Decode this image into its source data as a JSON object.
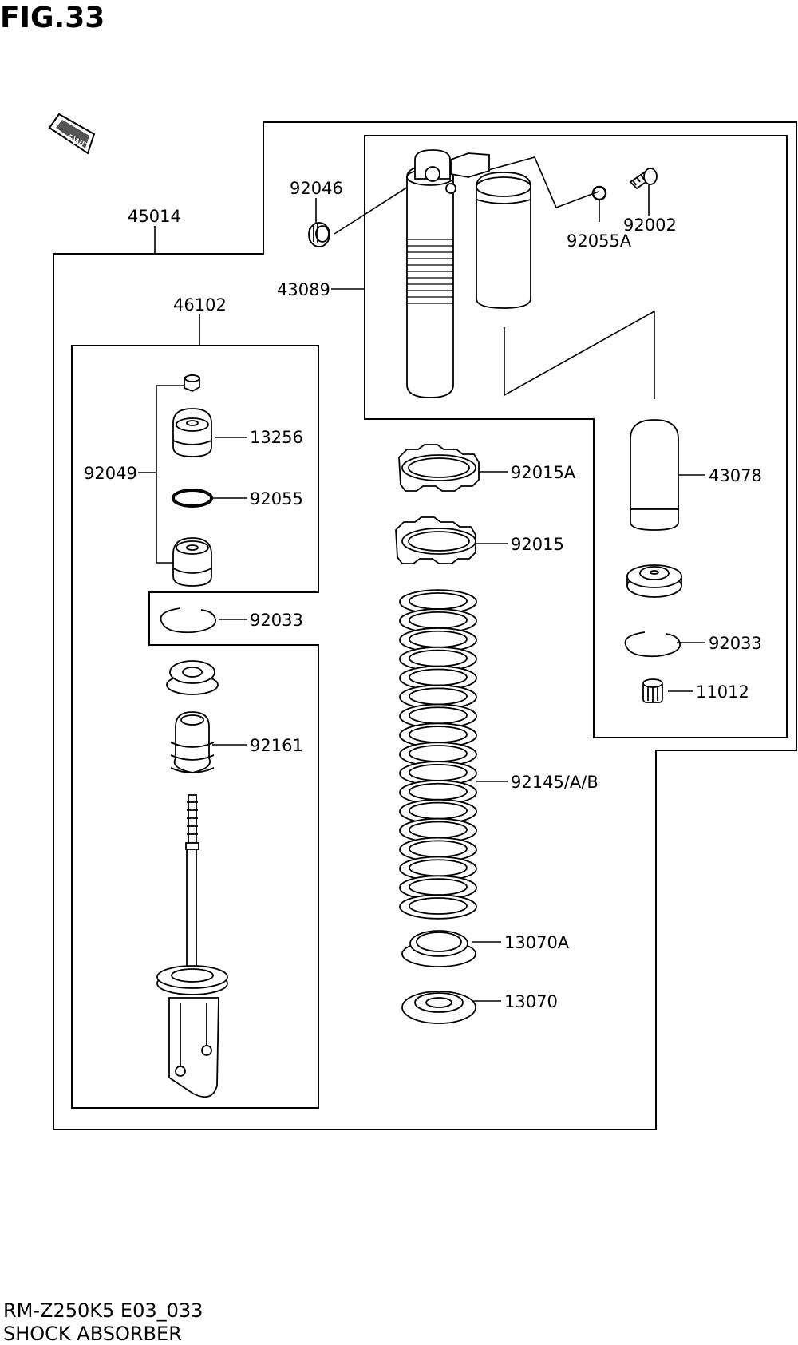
{
  "figure_title": "FIG.33",
  "fwd_label": "FWD",
  "labels": {
    "45014": "45014",
    "46102": "46102",
    "92049": "92049",
    "13256": "13256",
    "92055": "92055",
    "92033_left": "92033",
    "92161": "92161",
    "92046": "92046",
    "43089": "43089",
    "92055A": "92055A",
    "92002": "92002",
    "92015A": "92015A",
    "92015": "92015",
    "92145AB": "92145/A/B",
    "13070A": "13070A",
    "13070": "13070",
    "43078": "43078",
    "92033_right": "92033",
    "11012": "11012"
  },
  "footer": {
    "code": "RM-Z250K5 E03_033",
    "name": "SHOCK ABSORBER"
  }
}
